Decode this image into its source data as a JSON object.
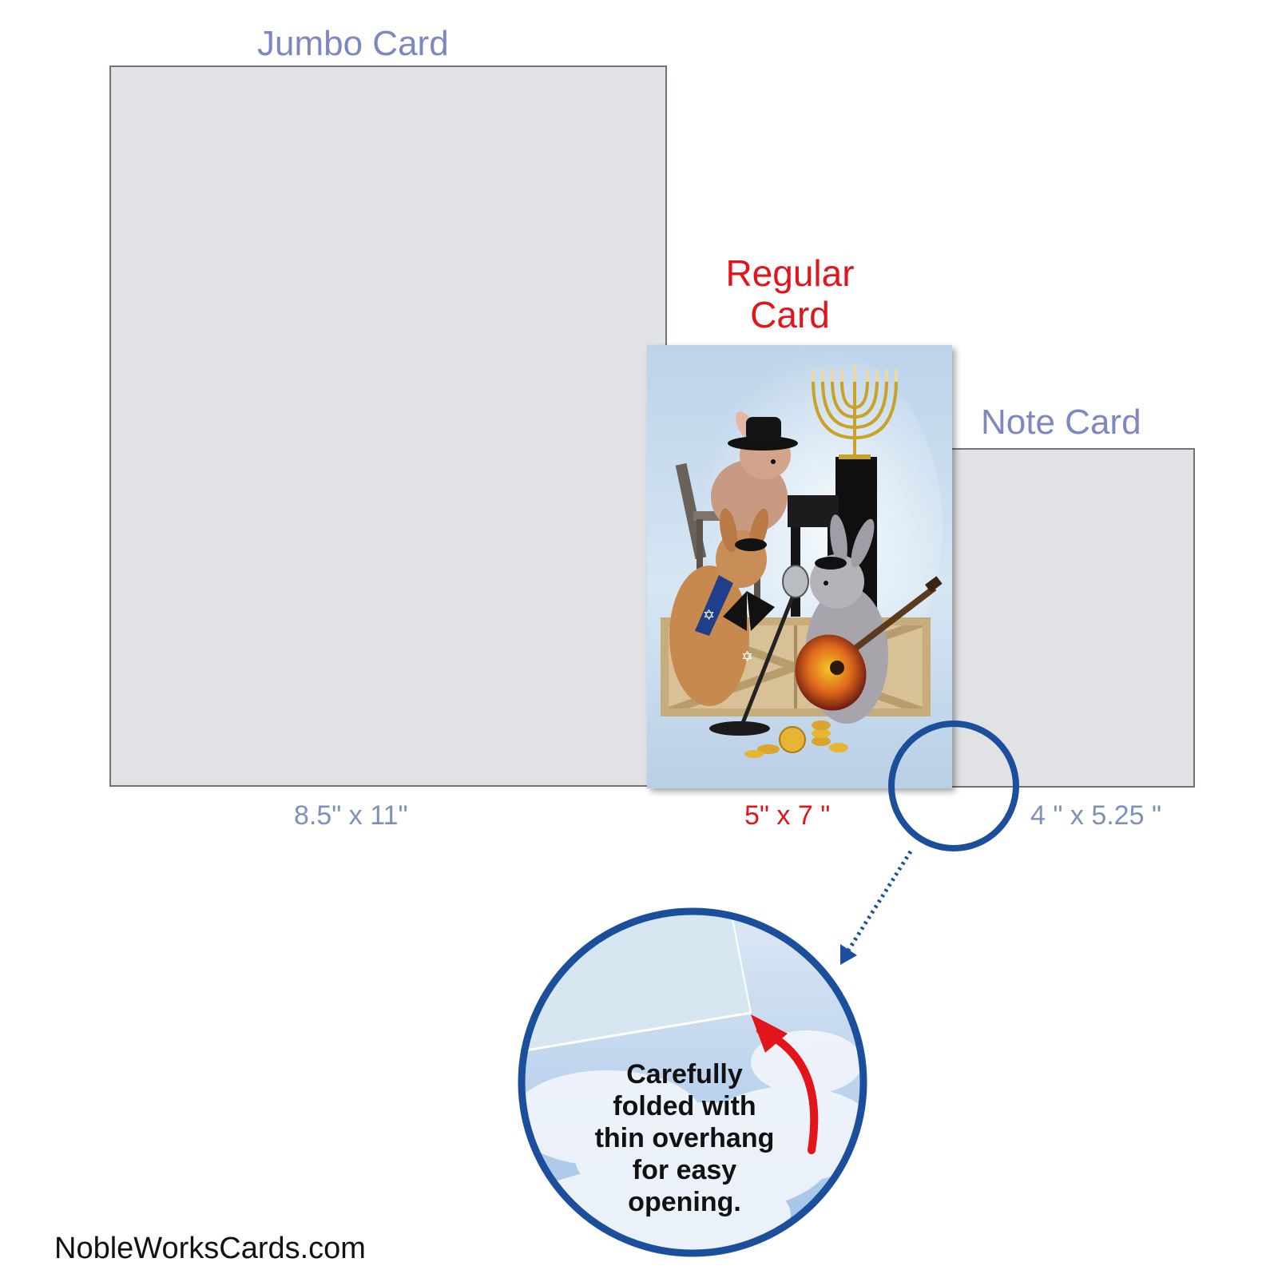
{
  "cards": [
    {
      "id": "jumbo",
      "name": "Jumbo Card",
      "size": "8.5\"  x 11\""
    },
    {
      "id": "regular",
      "name_line1": "Regular",
      "name_line2": "Card",
      "size": "5\" x 7 \""
    },
    {
      "id": "note",
      "name": "Note Card",
      "size": "4 \" x 5.25 \""
    }
  ],
  "zoom_callout": {
    "lines": [
      "Carefully",
      "folded with",
      "thin overhang",
      "for easy",
      "opening."
    ]
  },
  "footer": {
    "site": "NobleWorksCards.com"
  },
  "colors": {
    "card_fill": "#e0e2e5",
    "label_blue": "#7f87c2",
    "label_red": "#e2151b",
    "circle_blue": "#1b4f9c",
    "arrow_red": "#e2151b"
  }
}
